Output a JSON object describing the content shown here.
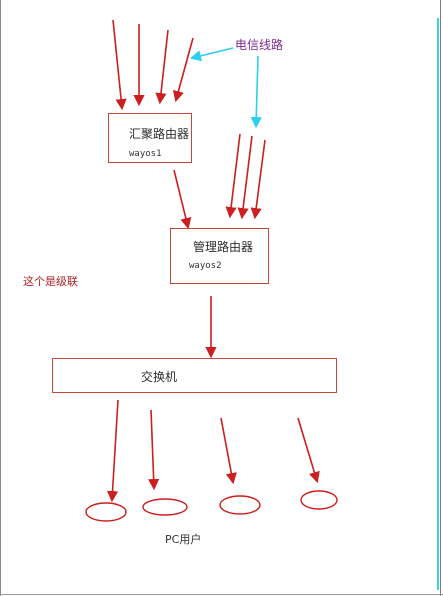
{
  "labels": {
    "telecom_line": "电信线路",
    "cascade_note": "这个是级联",
    "pc_users": "PC用户"
  },
  "nodes": {
    "aggregation_router": {
      "title": "汇聚路由器",
      "model": "wayos1"
    },
    "management_router": {
      "title": "管理路由器",
      "model": "wayos2"
    },
    "switch": {
      "title": "交换机"
    }
  },
  "colors": {
    "arrow_red": "#cc1f1f",
    "arrow_cyan": "#2ad0ee",
    "box_border": "#c34a3a",
    "pc_ellipse": "#cc1f1f"
  }
}
